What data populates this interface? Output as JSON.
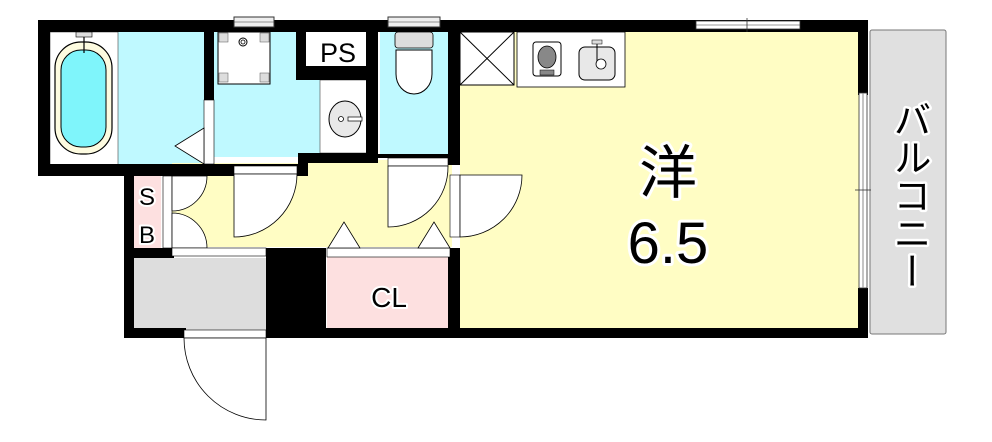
{
  "floorplan": {
    "colors": {
      "wall": "#000000",
      "wet_area": "#bff9ff",
      "living": "#fffdc4",
      "storage_pink": "#fde0e0",
      "entrance_gray": "#dddddd",
      "balcony_gray": "#e0e0e0",
      "bathtub_water": "#7ff5fb"
    },
    "rooms": {
      "western_room": {
        "kanji": "洋",
        "size": "6.5"
      },
      "ps": {
        "label": "PS"
      },
      "shoe_box": {
        "label_line1": "S",
        "label_line2": "B"
      },
      "closet": {
        "label": "CL"
      },
      "balcony": {
        "label": "バルコニー"
      }
    }
  }
}
